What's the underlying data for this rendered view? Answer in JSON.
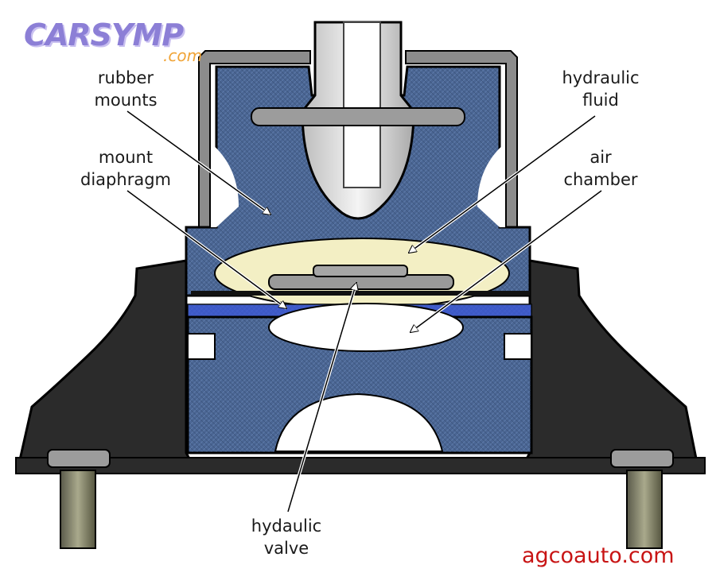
{
  "brand": {
    "logo_main": "CARSYMP",
    "logo_sub": ".com",
    "credit": "agcoauto.com"
  },
  "labels": {
    "rubber_mounts": [
      "rubber",
      "mounts"
    ],
    "mount_diaphragm": [
      "mount",
      "diaphragm"
    ],
    "hydraulic_fluid": [
      "hydraulic",
      "fluid"
    ],
    "air_chamber": [
      "air",
      "chamber"
    ],
    "hydaulic_valve": [
      "hydaulic",
      "valve"
    ]
  },
  "colors": {
    "rubber": "#3f5a86",
    "rubber_light": "#5d79a8",
    "metal_dark": "#2f2f2f",
    "fluid": "#f3efc4",
    "diaphragm": "#3b57d9",
    "stud": "#d8d8d8",
    "brand": "#8c7fd6",
    "credit": "#c81414"
  }
}
